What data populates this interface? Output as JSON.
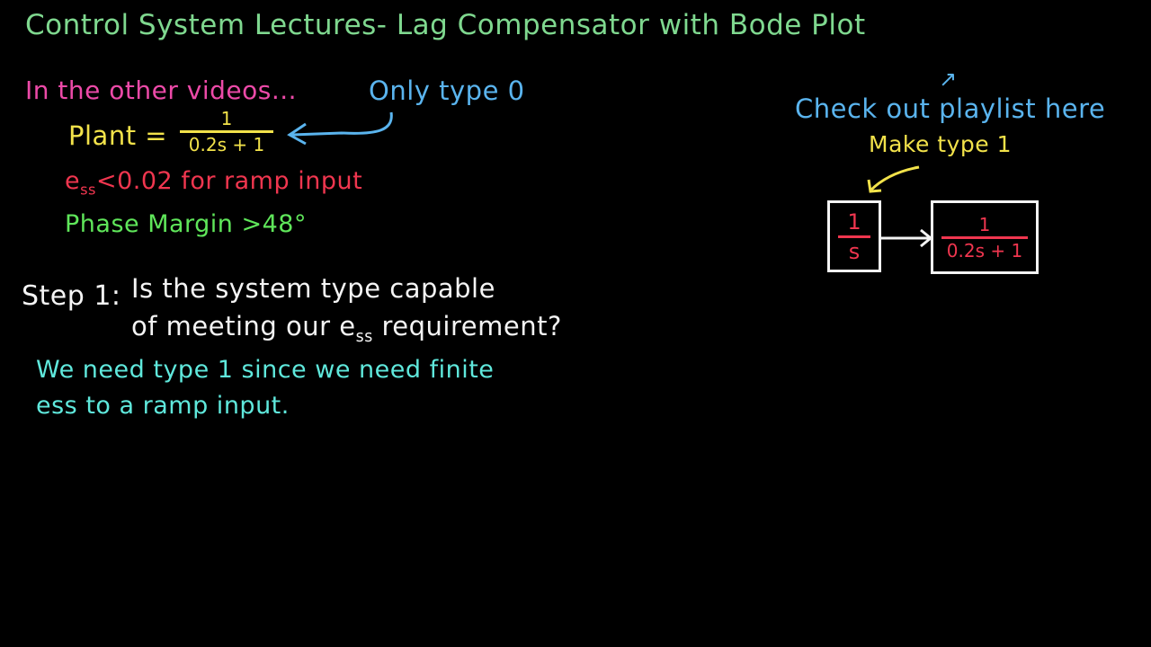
{
  "title": "Control System Lectures- Lag Compensator with Bode Plot",
  "intro": {
    "heading": "In the other videos...",
    "plant_label": "Plant =",
    "plant_num": "1",
    "plant_den": "0.2s + 1",
    "plant_note": "Only type 0",
    "ess_req": "ess < 0.02 for ramp input",
    "ess_symbol": "e",
    "ess_sub": "ss",
    "ess_rest": "<0.02  for ramp input",
    "pm_req": "Phase Margin >48°"
  },
  "step1": {
    "label": "Step 1:",
    "question_line1": "Is the system type capable",
    "question_line2_a": "of meeting our e",
    "question_line2_sub": "ss",
    "question_line2_b": " requirement?",
    "answer_line1": "We need type 1 since we need finite",
    "answer_line2": "ess to a ramp input."
  },
  "playlist": {
    "text": "Check out playlist here",
    "arrow": "↗"
  },
  "diagram": {
    "annotation": "Make type 1",
    "block1_num": "1",
    "block1_den": "s",
    "block2_num": "1",
    "block2_den": "0.2s + 1"
  },
  "colors": {
    "title": "#7fd88f",
    "pink": "#ec4aa8",
    "blue": "#5ab4ee",
    "yellow": "#f2e24a",
    "red": "#f0364f",
    "green": "#5fe65a",
    "white": "#f4f4f4",
    "cyan": "#5fe8dc"
  }
}
